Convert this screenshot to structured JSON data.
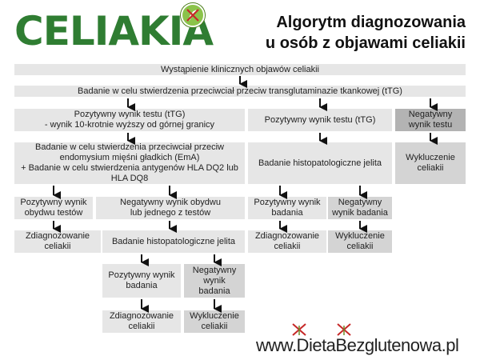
{
  "logo": {
    "text": "CELIAKIA"
  },
  "title": {
    "line1": "Algorytm diagnozowania",
    "line2": "u osób z objawami celiakii"
  },
  "nodes": {
    "start": "Wystąpienie klinicznych objawów celiakii",
    "ttg_test": "Badanie w celu stwierdzenia przeciwciał przeciw transglutaminazie tkankowej (tTG)",
    "ttg_pos_10x": "Pozytywny wynik testu (tTG)\n- wynik 10-krotnie wyższy od górnej granicy",
    "ttg_pos": "Pozytywny wynik testu (tTG)",
    "ttg_neg": "Negatywny\nwynik testu",
    "ema_hla": "Badanie w celu stwierdzenia przeciwciał przeciw endomysium mięśni gładkich (EmA)\n+ Badanie w celu stwierdzenia antygenów HLA DQ2 lub HLA DQ8",
    "histo_1": "Badanie histopatologiczne jelita",
    "excluded_1": "Wykluczenie\nceliakii",
    "both_pos": "Pozytywny wynik obydwu testów",
    "one_neg": "Negatywny wynik obydwu\nlub jednego z testów",
    "histo_pos_1": "Pozytywny wynik\nbadania",
    "histo_neg_1": "Negatywny\nwynik badania",
    "diag_1": "Zdiagnozowanie\nceliakii",
    "histo_2": "Badanie histopatologiczne jelita",
    "diag_2": "Zdiagnozowanie\nceliakii",
    "excluded_2": "Wykluczenie\nceliakii",
    "histo_pos_2": "Pozytywny wynik\nbadania",
    "histo_neg_2": "Negatywny\nwynik\nbadania",
    "diag_3": "Zdiagnozowanie\nceliakii",
    "excluded_3": "Wykluczenie\nceliakii"
  },
  "footer": {
    "text": "www.DietaBezglutenowa.pl"
  },
  "colors": {
    "logo_green": "#2f7d32",
    "badge_green": "#8bc34a",
    "light_box": "#e6e6e6",
    "mid_box": "#d4d4d4",
    "dark_box": "#b3b3b3",
    "mark_red": "#c62828"
  }
}
